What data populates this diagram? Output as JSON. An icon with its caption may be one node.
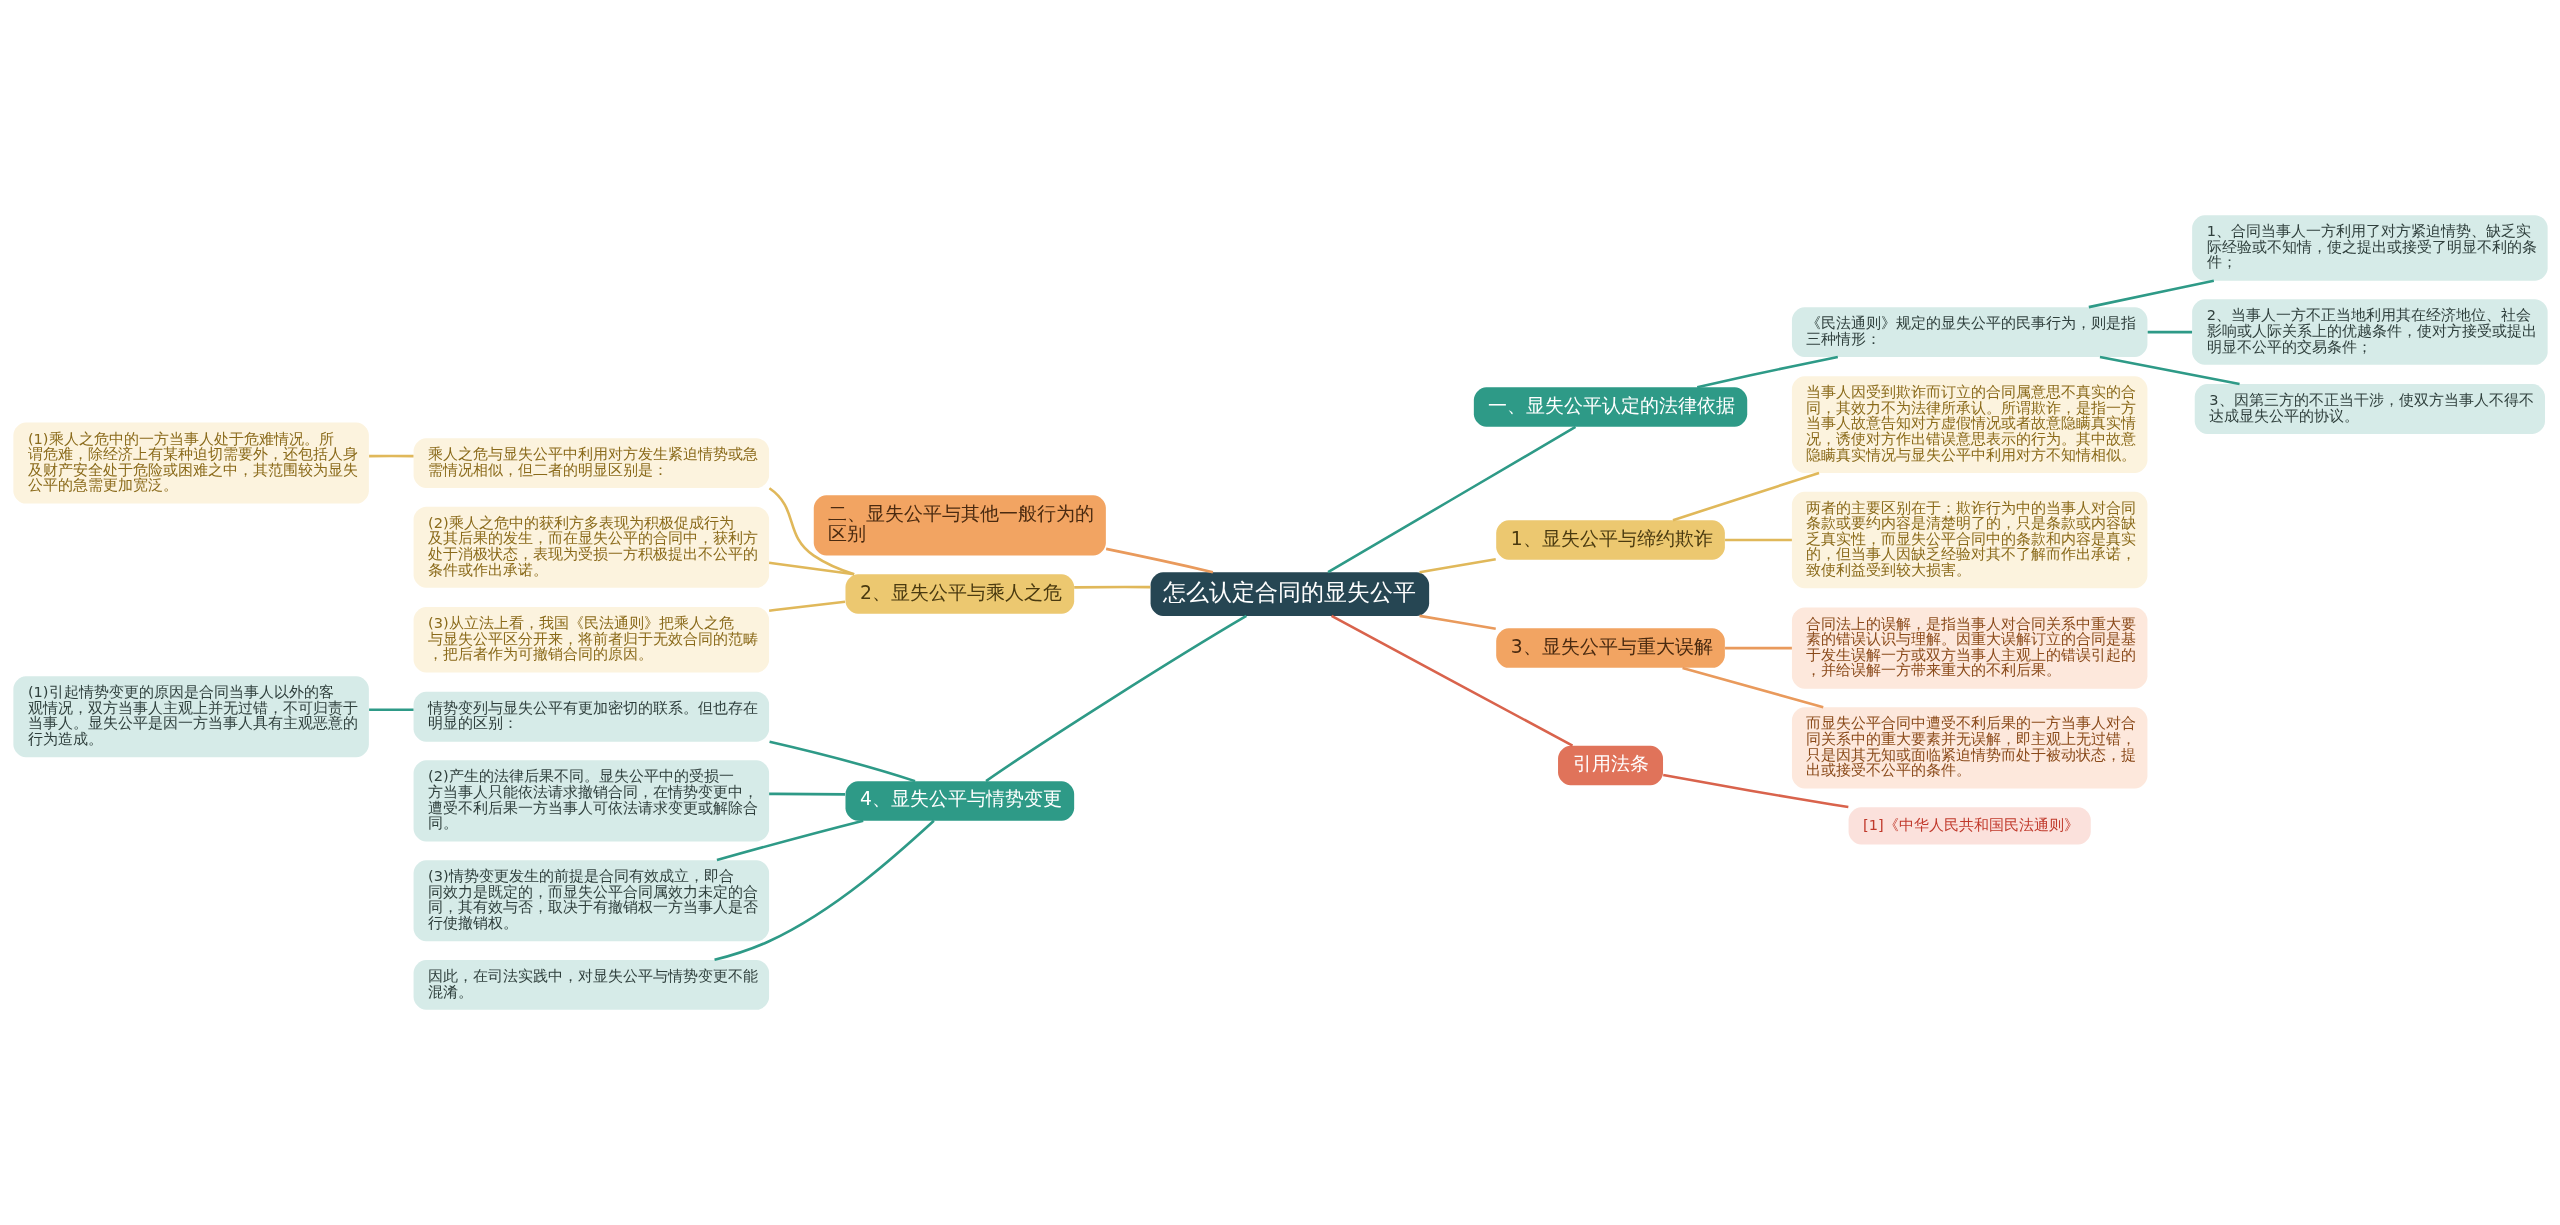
{
  "diagram": {
    "nodes": [
      {
        "text": [
          "怎么认定合同的显失公平"
        ]
      },
      {
        "text": [
          "一、显失公平认定的法律依据"
        ]
      },
      {
        "text": [
          "《民法通则》规定的显失公平的民事行为，则是指三种情形："
        ]
      },
      {
        "text": [
          "1、合同当事人一方利用了对方紧迫情势、缺乏实际经验或不知情，使之提出或接受了明显不利的条件；"
        ]
      },
      {
        "text": [
          "2、当事人一方不正当地利用其在经济地位、社会影响或人际关系上的优越条件，使对方接受或提出明显不公平的交易条件；"
        ]
      },
      {
        "text": [
          "3、因第三方的不正当干涉，使双方当事人不得不达成显失公平的协议。"
        ]
      },
      {
        "text": [
          "1、显失公平与缔约欺诈"
        ]
      },
      {
        "text": [
          "当事人因受到欺诈而订立的合同属意思不真实的合同，其效力不为法律所承认。所谓欺诈，是指一方当事人故意告知对方虚假情况或者故意隐瞒真实情况，诱使对方作出错误意思表示的行为。其中故意隐瞒真实情况与显失公平中利用对方不知情相似。"
        ]
      },
      {
        "text": [
          "两者的主要区别在于：欺诈行为中的当事人对合同条款或要约内容是清楚明了的，只是条款或内容缺乏真实性，而显失公平合同中的条款和内容是真实的，但当事人因缺乏经验对其不了解而作出承诺，致使利益受到较大损害。"
        ]
      },
      {
        "text": [
          "3、显失公平与重大误解"
        ]
      },
      {
        "text": [
          "合同法上的误解，是指当事人对合同关系中重大要素的错误认识与理解。因重大误解订立的合同是基于发生误解一方或双方当事人主观上的错误引起的，并给误解一方带来重大的不利后果。"
        ]
      },
      {
        "text": [
          "而显失公平合同中遭受不利后果的一方当事人对合同关系中的重大要素并无误解，即主观上无过错，只是因其无知或面临紧迫情势而处于被动状态，提出或接受不公平的条件。"
        ]
      },
      {
        "text": [
          "引用法条"
        ]
      },
      {
        "text": [
          "[1]《中华人民共和国民法通则》"
        ]
      },
      {
        "text": [
          "二、显失公平与其他一般行为的区别"
        ]
      },
      {
        "text": [
          "2、显失公平与乘人之危"
        ]
      },
      {
        "text": [
          "乘人之危与显失公平中利用对方发生紧迫情势或急需情况相似，但二者的明显区别是："
        ]
      },
      {
        "text": [
          "(1)乘人之危中的一方当事人处于危难情况。所谓危难，除经济上有某种迫切需要外，还包括人身及财产安全处于危险或困难之中，其范围较为显失公平的急需更加宽泛。"
        ]
      },
      {
        "text": [
          "(2)乘人之危中的获利方多表现为积极促成行为及其后果的发生，而在显失公平的合同中，获利方处于消极状态，表现为受损一方积极提出不公平的条件或作出承诺。"
        ]
      },
      {
        "text": [
          "(3)从立法上看，我国《民法通则》把乘人之危与显失公平区分开来，将前者归于无效合同的范畴，把后者作为可撤销合同的原因。"
        ]
      },
      {
        "text": [
          "4、显失公平与情势变更"
        ]
      },
      {
        "text": [
          "情势变列与显失公平有更加密切的联系。但也存在明显的区别："
        ]
      },
      {
        "text": [
          "(1)引起情势变更的原因是合同当事人以外的客观情况，双方当事人主观上并无过错，不可归责于当事人。显失公平是因一方当事人具有主观恶意的行为造成。"
        ]
      },
      {
        "text": [
          "(2)产生的法律后果不同。显失公平中的受损一方当事人只能依法请求撤销合同，在情势变更中，遭受不利后果一方当事人可依法请求变更或解除合同。"
        ]
      },
      {
        "text": [
          "(3)情势变更发生的前提是合同有效成立，即合同效力是既定的，而显失公平合同属效力未定的合同，其有效与否，取决于有撤销权一方当事人是否行使撤销权。"
        ]
      },
      {
        "text": [
          "因此，在司法实践中，对显失公平与情势变更不能混淆。"
        ]
      }
    ],
    "edges": [
      {
        "from": 0,
        "to": 1,
        "arrow": "none",
        "color": "#2e9a87"
      },
      {
        "from": 1,
        "to": 2,
        "arrow": "none",
        "color": "#2e9a87"
      },
      {
        "from": 2,
        "to": 3,
        "arrow": "none",
        "color": "#2e9a87"
      },
      {
        "from": 2,
        "to": 4,
        "arrow": "none",
        "color": "#2e9a87"
      },
      {
        "from": 2,
        "to": 5,
        "arrow": "none",
        "color": "#2e9a87"
      },
      {
        "from": 0,
        "to": 6,
        "arrow": "none",
        "color": "#e0b85a"
      },
      {
        "from": 6,
        "to": 7,
        "arrow": "none",
        "color": "#e0b85a"
      },
      {
        "from": 6,
        "to": 8,
        "arrow": "none",
        "color": "#e0b85a"
      },
      {
        "from": 0,
        "to": 9,
        "arrow": "none",
        "color": "#e99a5c"
      },
      {
        "from": 9,
        "to": 10,
        "arrow": "none",
        "color": "#e99a5c"
      },
      {
        "from": 9,
        "to": 11,
        "arrow": "none",
        "color": "#e99a5c"
      },
      {
        "from": 0,
        "to": 12,
        "arrow": "none",
        "color": "#d9634c"
      },
      {
        "from": 12,
        "to": 13,
        "arrow": "none",
        "color": "#d9634c"
      },
      {
        "from": 0,
        "to": 14,
        "arrow": "none",
        "color": "#e99a5c"
      },
      {
        "from": 0,
        "to": 15,
        "arrow": "none",
        "color": "#e0b85a"
      },
      {
        "from": 15,
        "to": 16,
        "arrow": "none",
        "color": "#e0b85a"
      },
      {
        "from": 16,
        "to": 17,
        "arrow": "none",
        "color": "#e0b85a"
      },
      {
        "from": 15,
        "to": 18,
        "arrow": "none",
        "color": "#e0b85a"
      },
      {
        "from": 15,
        "to": 19,
        "arrow": "none",
        "color": "#e0b85a"
      },
      {
        "from": 0,
        "to": 20,
        "arrow": "none",
        "color": "#2e9a87"
      },
      {
        "from": 20,
        "to": 21,
        "arrow": "none",
        "color": "#2e9a87"
      },
      {
        "from": 21,
        "to": 22,
        "arrow": "none",
        "color": "#2e9a87"
      },
      {
        "from": 20,
        "to": 23,
        "arrow": "none",
        "color": "#2e9a87"
      },
      {
        "from": 20,
        "to": 24,
        "arrow": "none",
        "color": "#2e9a87"
      },
      {
        "from": 20,
        "to": 25,
        "arrow": "none",
        "color": "#2e9a87"
      }
    ]
  }
}
